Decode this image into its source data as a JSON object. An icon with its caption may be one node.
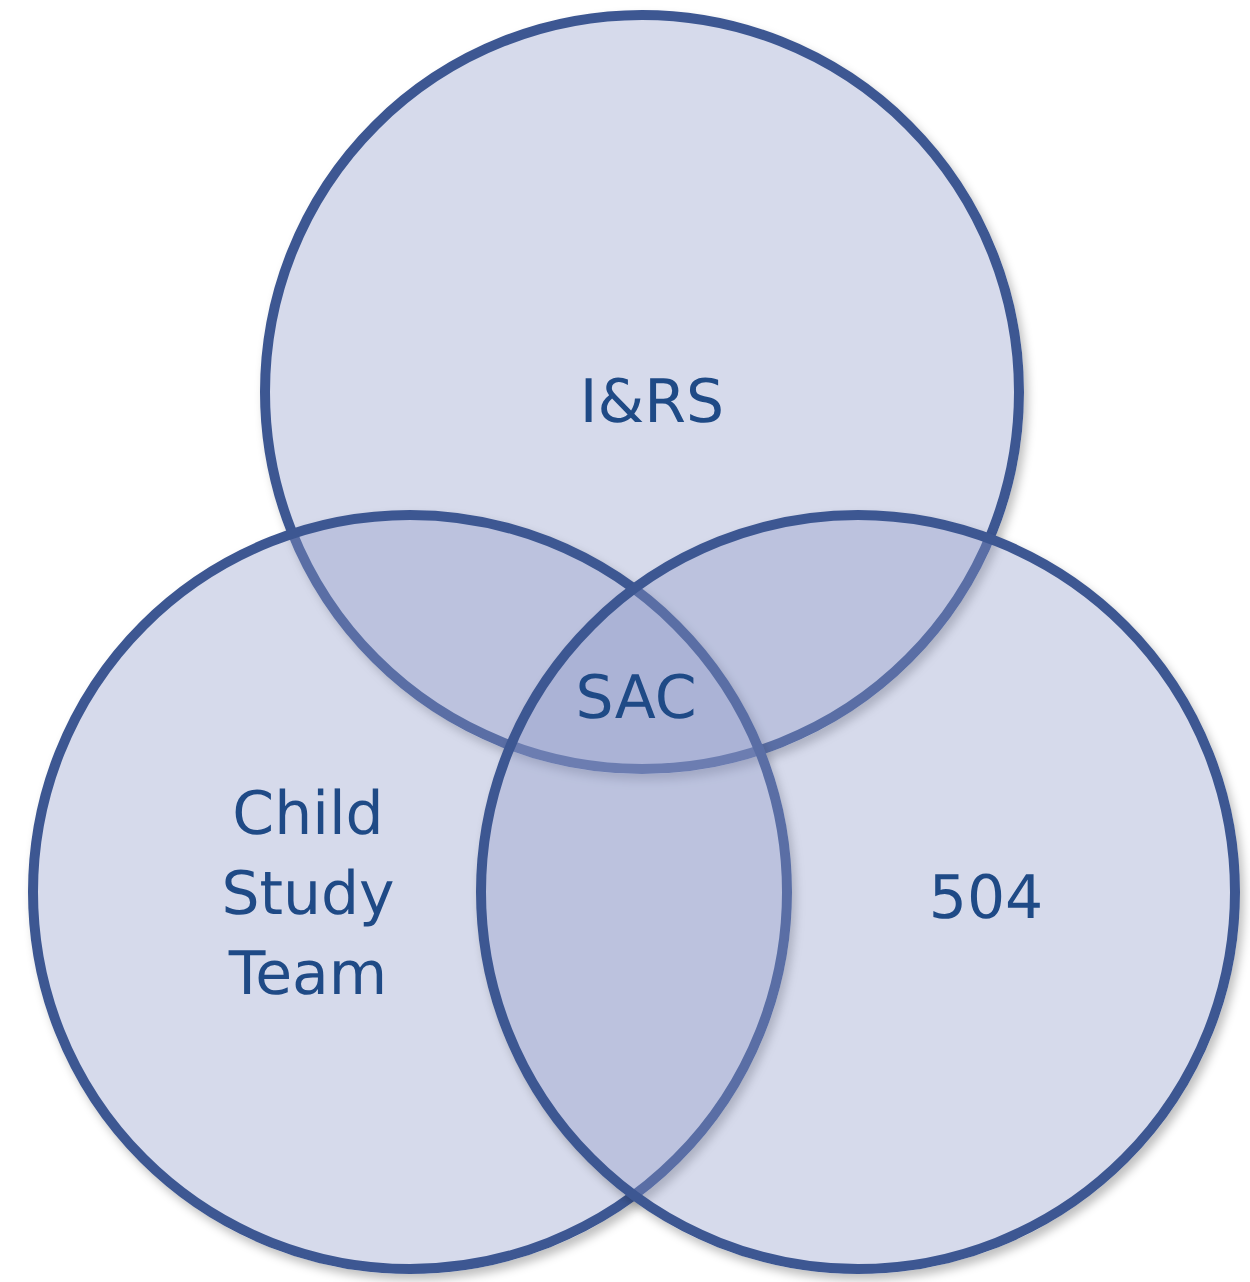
{
  "diagram": {
    "nodes": [
      {
        "text": [
          "I&RS"
        ]
      },
      {
        "text": [
          "Child Study Team"
        ]
      },
      {
        "text": [
          "504"
        ]
      }
    ],
    "edges": [],
    "labels": [
      "SAC"
    ]
  }
}
